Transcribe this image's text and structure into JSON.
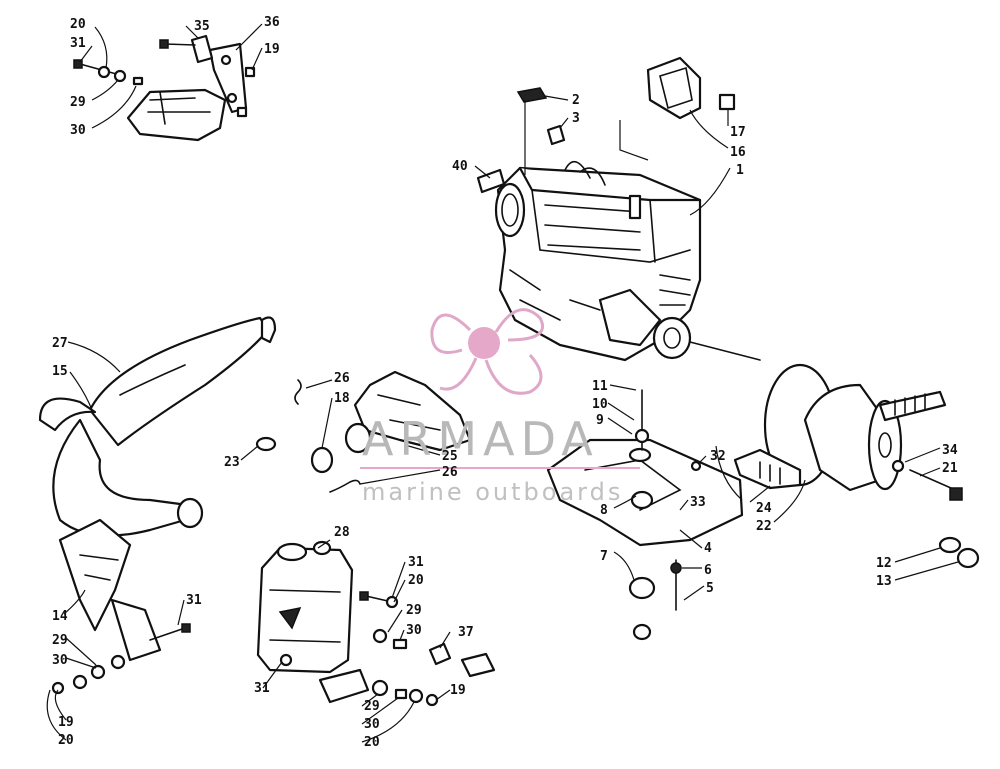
{
  "watermark": {
    "brand": "ARMADA",
    "tagline": "marine outboards",
    "logo_icon": "propeller-logo-icon",
    "logo_color": "#e6a8c9",
    "text_color": "#b8b8b8"
  },
  "callouts": {
    "c1": "1",
    "c2": "2",
    "c3": "3",
    "c4": "4",
    "c5": "5",
    "c6": "6",
    "c7": "7",
    "c8": "8",
    "c9": "9",
    "c10": "10",
    "c11": "11",
    "c12": "12",
    "c13": "13",
    "c14": "14",
    "c15": "15",
    "c16": "16",
    "c17": "17",
    "c18": "18",
    "c19a": "19",
    "c19b": "19",
    "c19c": "19",
    "c20a": "20",
    "c20b": "20",
    "c20c": "20",
    "c20d": "20",
    "c21": "21",
    "c22": "22",
    "c23": "23",
    "c24": "24",
    "c25": "25",
    "c26a": "26",
    "c26b": "26",
    "c27": "27",
    "c28": "28",
    "c29a": "29",
    "c29b": "29",
    "c29c": "29",
    "c29d": "29",
    "c30a": "30",
    "c30b": "30",
    "c30c": "30",
    "c30d": "30",
    "c31a": "31",
    "c31b": "31",
    "c31c": "31",
    "c31d": "31",
    "c32": "32",
    "c33": "33",
    "c34": "34",
    "c35": "35",
    "c36": "36",
    "c37": "37",
    "c40": "40"
  }
}
